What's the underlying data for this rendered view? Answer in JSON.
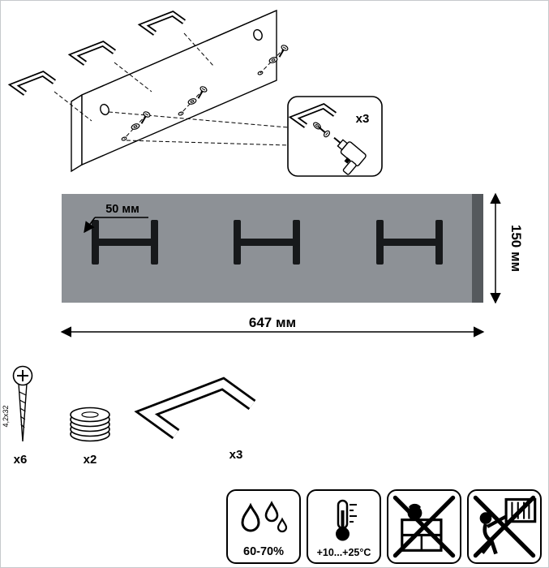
{
  "exploded_view": {
    "callout_count": "x3"
  },
  "dimensions": {
    "hook_offset": "50 мм",
    "panel_width": "647 мм",
    "panel_height": "150 мм"
  },
  "hardware": {
    "screw_count": "x6",
    "screw_size": "4,2x32",
    "cap_count": "x2",
    "hook_count": "x3"
  },
  "conditions": {
    "humidity": "60-70%",
    "temperature": "+10...+25°C"
  },
  "icons": {
    "humidity": "water-drops-icon",
    "temperature": "thermometer-icon",
    "restriction_1": "no-heavy-objects-icon",
    "restriction_2": "no-pulling-climbing-icon"
  },
  "colors": {
    "panel": "#8d9196",
    "panel_edge": "#55595d",
    "hook": "#17191b",
    "outline": "#000000"
  }
}
